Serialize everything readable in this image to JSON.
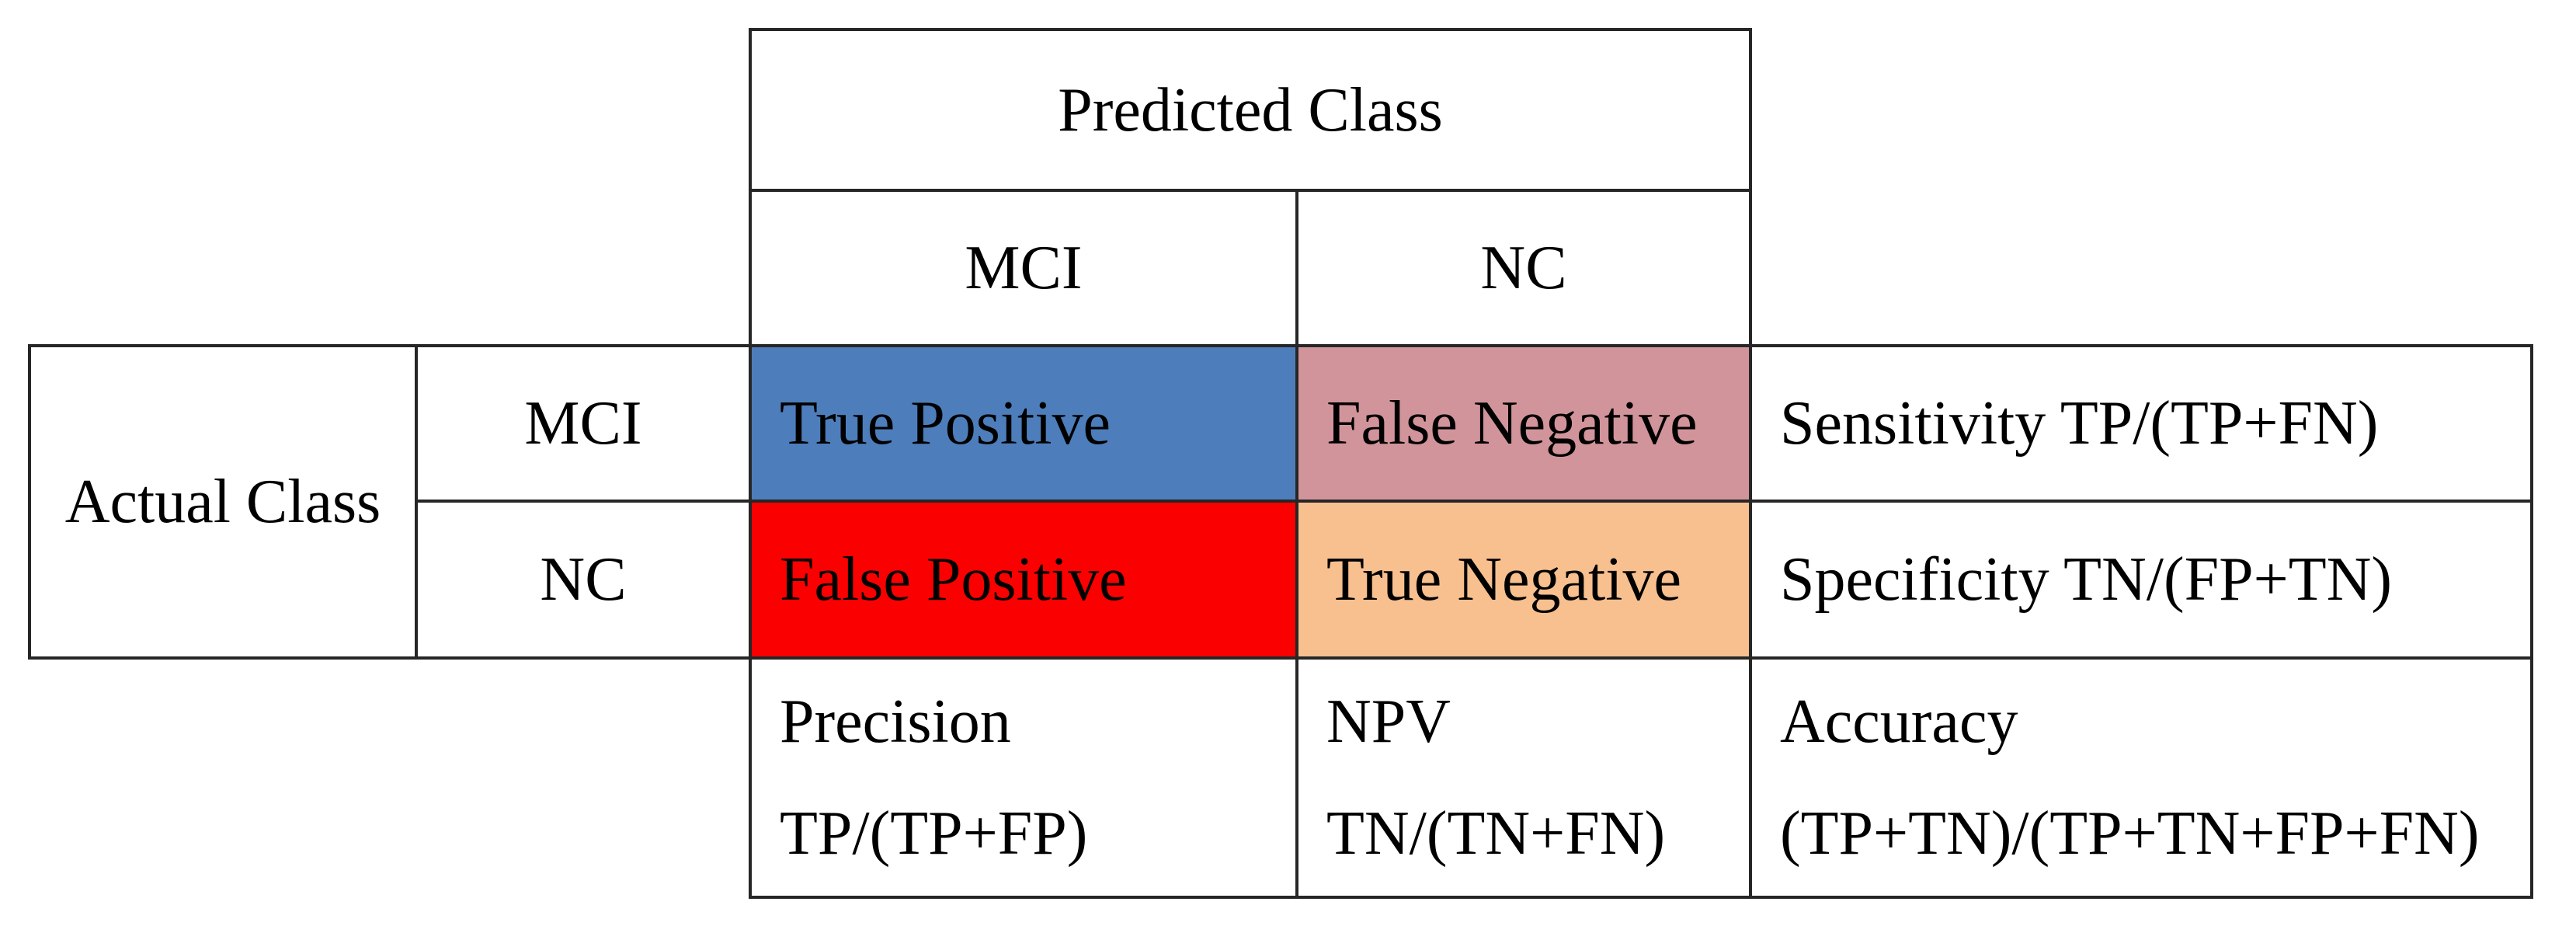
{
  "figure": {
    "type": "confusion-matrix",
    "predicted_axis_label": "Predicted Class",
    "actual_axis_label": "Actual Class",
    "predicted_classes": [
      "MCI",
      "NC"
    ],
    "actual_classes": [
      "MCI",
      "NC"
    ]
  },
  "cells": {
    "true_positive": {
      "label": "True Positive",
      "bg": "#4D7EBB"
    },
    "false_negative": {
      "label": "False Negative",
      "bg": "#D2949B"
    },
    "false_positive": {
      "label": "False Positive",
      "bg": "#FB0000"
    },
    "true_negative": {
      "label": "True Negative",
      "bg": "#F8C08F"
    }
  },
  "metrics": {
    "sensitivity": {
      "label": "Sensitivity TP/(TP+FN)"
    },
    "specificity": {
      "label": "Specificity TN/(FP+TN)"
    },
    "precision": {
      "name": "Precision",
      "formula": "TP/(TP+FP)"
    },
    "npv": {
      "name": "NPV",
      "formula": "TN/(TN+FN)"
    },
    "accuracy": {
      "name": "Accuracy",
      "formula": "(TP+TN)/(TP+TN+FP+FN)"
    }
  },
  "colors": {
    "border": "#262626",
    "background": "#ffffff",
    "text": "#000000"
  }
}
